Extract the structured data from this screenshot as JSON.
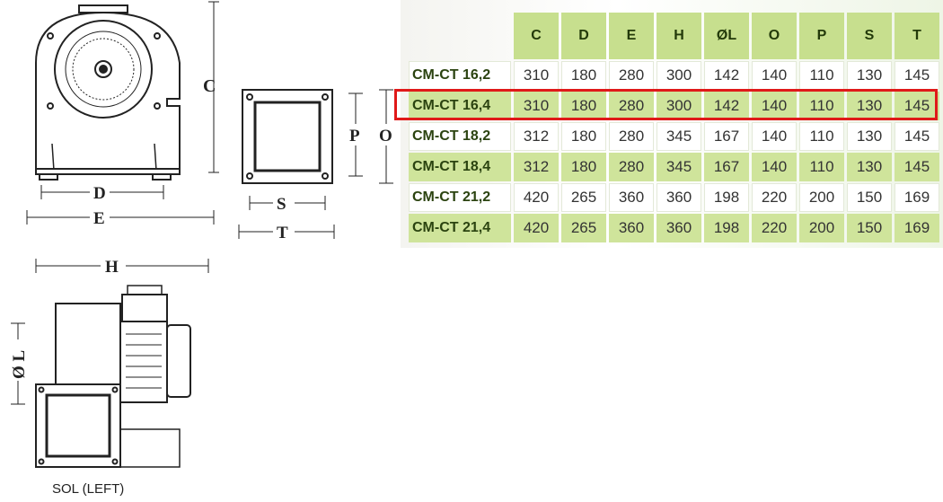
{
  "drawings": {
    "front_labels": {
      "c": "C",
      "d": "D",
      "e": "E"
    },
    "flange_labels": {
      "p": "P",
      "o": "O",
      "s": "S",
      "t": "T"
    },
    "side_labels": {
      "h": "H",
      "l": "Ø L"
    },
    "caption": "SOL (LEFT)"
  },
  "table": {
    "headers": [
      "C",
      "D",
      "E",
      "H",
      "ØL",
      "O",
      "P",
      "S",
      "T"
    ],
    "rows": [
      {
        "model": "CM-CT 16,2",
        "values": [
          "310",
          "180",
          "280",
          "300",
          "142",
          "140",
          "110",
          "130",
          "145"
        ]
      },
      {
        "model": "CM-CT 16,4",
        "values": [
          "310",
          "180",
          "280",
          "300",
          "142",
          "140",
          "110",
          "130",
          "145"
        ]
      },
      {
        "model": "CM-CT 18,2",
        "values": [
          "312",
          "180",
          "280",
          "345",
          "167",
          "140",
          "110",
          "130",
          "145"
        ]
      },
      {
        "model": "CM-CT 18,4",
        "values": [
          "312",
          "180",
          "280",
          "345",
          "167",
          "140",
          "110",
          "130",
          "145"
        ]
      },
      {
        "model": "CM-CT 21,2",
        "values": [
          "420",
          "265",
          "360",
          "360",
          "198",
          "220",
          "200",
          "150",
          "169"
        ]
      },
      {
        "model": "CM-CT 21,4",
        "values": [
          "420",
          "265",
          "360",
          "360",
          "198",
          "220",
          "200",
          "150",
          "169"
        ]
      }
    ],
    "highlighted_model": "CM-CT 16,4",
    "colors": {
      "header": "#c7df8e",
      "alt_row": "#cfe49b",
      "highlight": "#e01919"
    }
  }
}
